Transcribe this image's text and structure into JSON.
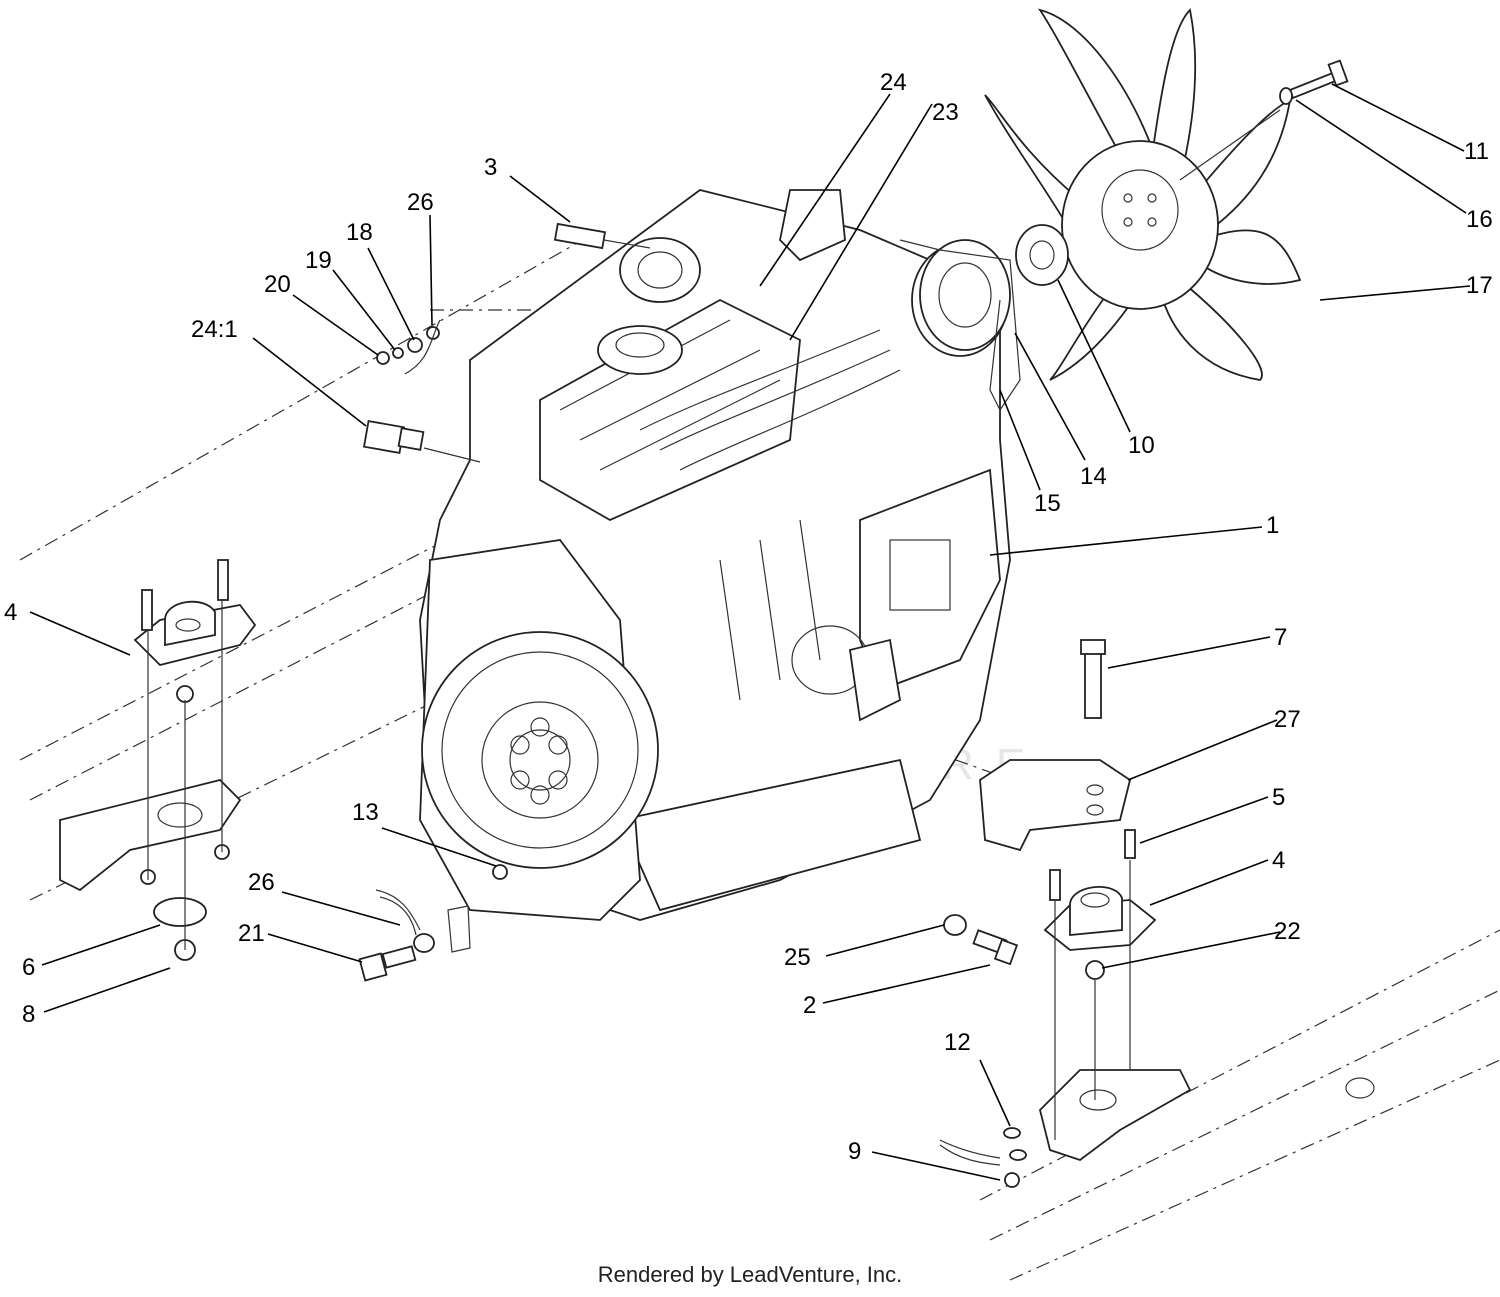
{
  "footer": "Rendered by LeadVenture, Inc.",
  "watermark_text": "LEADVENTURE",
  "callouts": [
    {
      "id": "1",
      "label": "1"
    },
    {
      "id": "2",
      "label": "2"
    },
    {
      "id": "3",
      "label": "3"
    },
    {
      "id": "4a",
      "label": "4"
    },
    {
      "id": "4b",
      "label": "4"
    },
    {
      "id": "5",
      "label": "5"
    },
    {
      "id": "6",
      "label": "6"
    },
    {
      "id": "7",
      "label": "7"
    },
    {
      "id": "8",
      "label": "8"
    },
    {
      "id": "9",
      "label": "9"
    },
    {
      "id": "10",
      "label": "10"
    },
    {
      "id": "11",
      "label": "11"
    },
    {
      "id": "12",
      "label": "12"
    },
    {
      "id": "13",
      "label": "13"
    },
    {
      "id": "14",
      "label": "14"
    },
    {
      "id": "15",
      "label": "15"
    },
    {
      "id": "16",
      "label": "16"
    },
    {
      "id": "17",
      "label": "17"
    },
    {
      "id": "18",
      "label": "18"
    },
    {
      "id": "19",
      "label": "19"
    },
    {
      "id": "20",
      "label": "20"
    },
    {
      "id": "21",
      "label": "21"
    },
    {
      "id": "22",
      "label": "22"
    },
    {
      "id": "23",
      "label": "23"
    },
    {
      "id": "24",
      "label": "24"
    },
    {
      "id": "24-1",
      "label": "24:1"
    },
    {
      "id": "25",
      "label": "25"
    },
    {
      "id": "26a",
      "label": "26"
    },
    {
      "id": "26b",
      "label": "26"
    },
    {
      "id": "27",
      "label": "27"
    }
  ]
}
